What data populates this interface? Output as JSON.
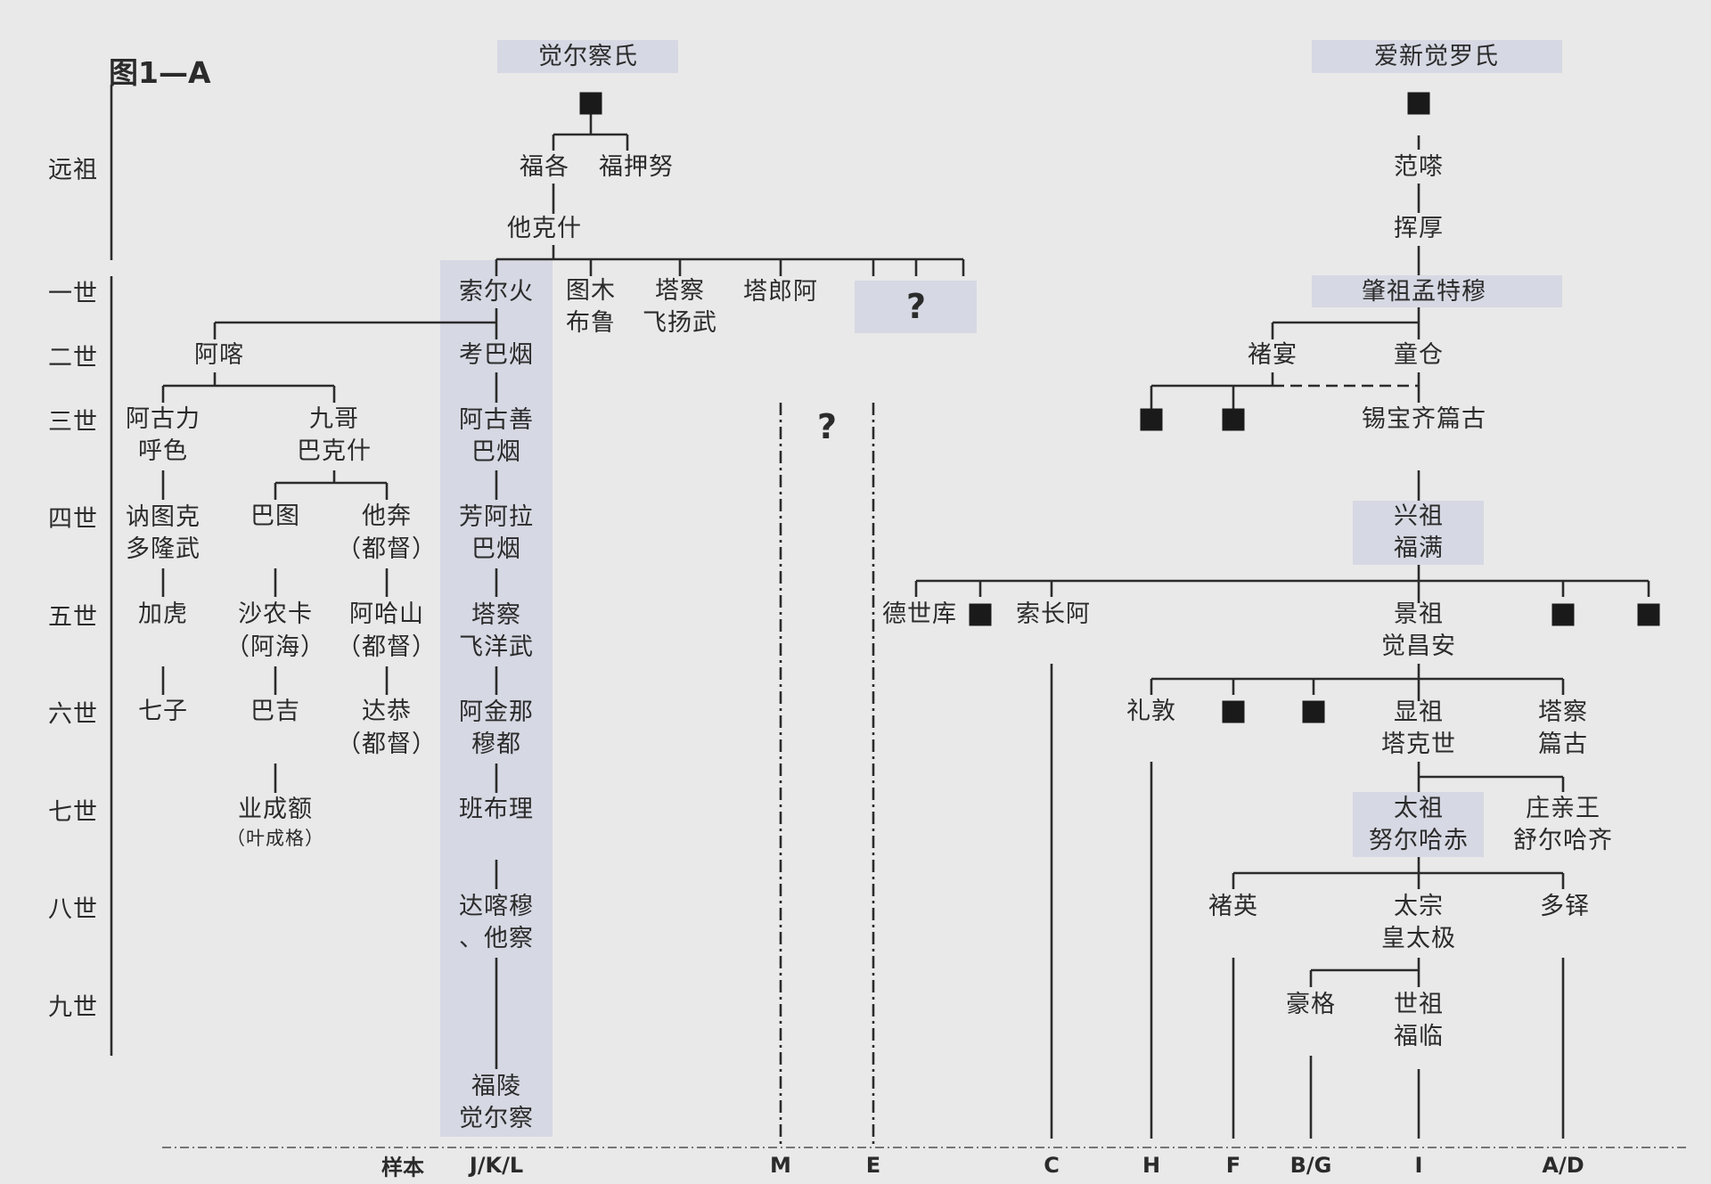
{
  "figure": {
    "title": "图1—A"
  },
  "labels": {
    "question_mark": "?",
    "samples_label": "样本"
  },
  "generations": [
    "远祖",
    "一世",
    "二世",
    "三世",
    "四世",
    "五世",
    "六世",
    "七世",
    "八世",
    "九世"
  ],
  "clans": {
    "left": "觉尔察氏",
    "right": "爱新觉罗氏"
  },
  "jueercha": {
    "fuge": "福各",
    "fujianu": "福押努",
    "takeshi": "他克什",
    "suoerhuo": "索尔火",
    "tumu": "图木\n布鲁",
    "tacha1": "塔察\n飞扬武",
    "talanga": "塔郎阿",
    "kaobayan": "考巴烟",
    "aguoshan": "阿古善\n巴烟",
    "fangala": "芳阿拉\n巴烟",
    "tacha2": "塔察\n飞洋武",
    "ajinna": "阿金那\n穆都",
    "banbuli": "班布理",
    "dakamu": "达喀穆\n、他察",
    "fuling": "福陵\n觉尔察"
  },
  "aka_branch": {
    "aka": "阿喀",
    "aguli": "阿古力\n呼色",
    "jiuge": "九哥\n巴克什",
    "natuke": "讷图克\n多隆武",
    "batu": "巴图",
    "taben": "他奔",
    "taben_note": "（都督）",
    "jiahu": "加虎",
    "shanongka": "沙农卡",
    "shanongka_note": "（阿海）",
    "ahashan": "阿哈山",
    "ahashan_note": "（都督）",
    "qizi": "七子",
    "baji": "巴吉",
    "dagong": "达恭",
    "dagong_note": "（都督）",
    "yechenge": "业成额",
    "yechenge_note": "（叶成格）"
  },
  "aisin": {
    "fancha": "范嗏",
    "huihou": "挥厚",
    "zhaozu": "肇祖孟特穆",
    "chuyan": "褚宴",
    "tongcang": "童仓",
    "xibao": "锡宝齐篇古",
    "xingzu": "兴祖\n福满",
    "deshiku": "德世库",
    "suochanga": "索长阿",
    "jingzu": "景祖\n觉昌安",
    "lidun": "礼敦",
    "xianzu": "显祖\n塔克世",
    "tachapiangu": "塔察\n篇古",
    "taizu": "太祖\n努尔哈赤",
    "zhuangqinwang": "庄亲王\n舒尔哈齐",
    "chuying": "褚英",
    "taizong": "太宗\n皇太极",
    "duoduo": "多铎",
    "haoge": "豪格",
    "shizu": "世祖\n福临"
  },
  "samples": [
    "J/K/L",
    "M",
    "E",
    "C",
    "H",
    "F",
    "B/G",
    "I",
    "A/D"
  ]
}
